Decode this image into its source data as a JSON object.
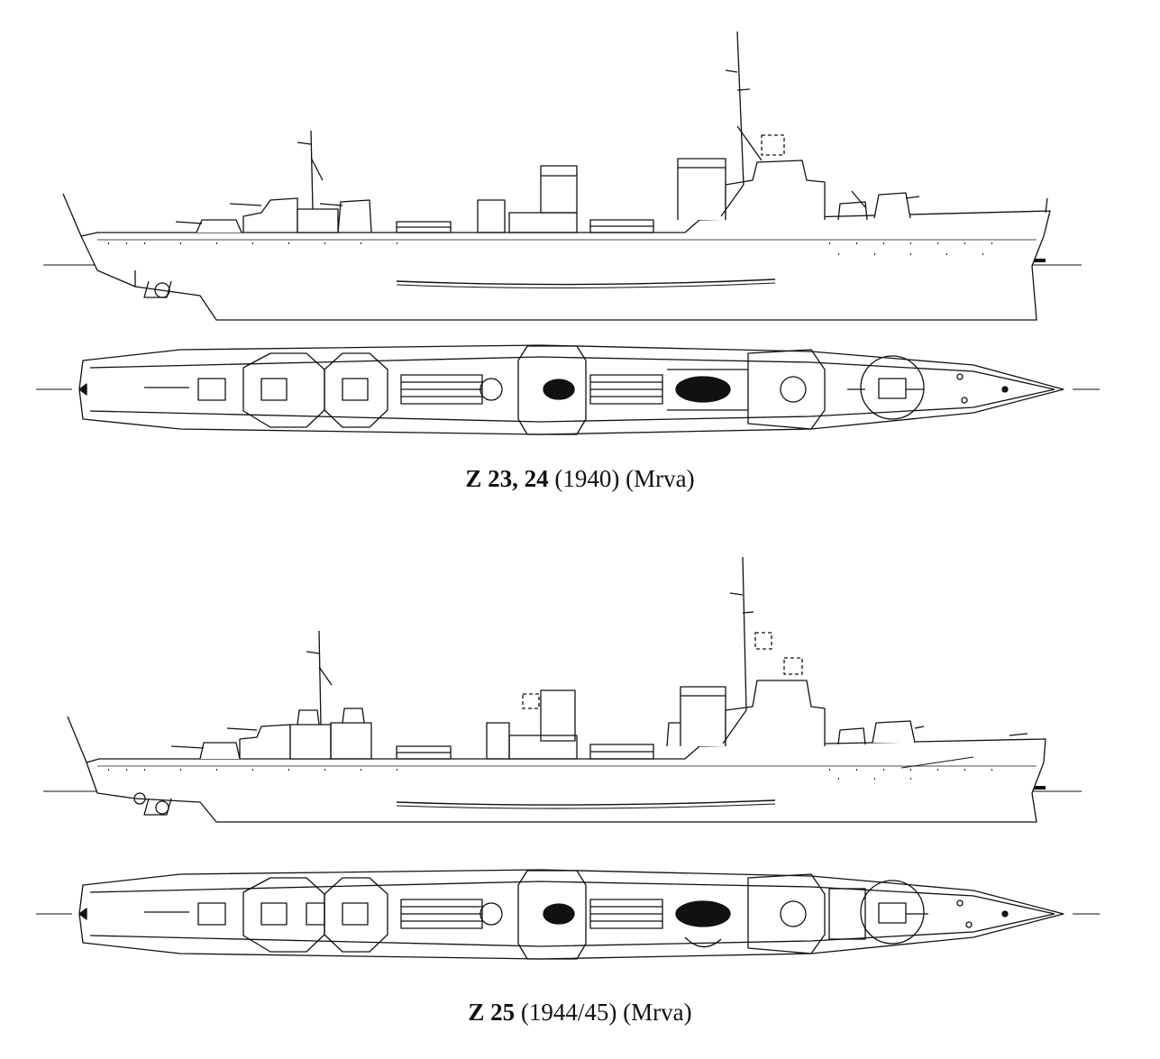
{
  "plates": [
    {
      "id": "z23",
      "caption_bold": "Z 23, 24",
      "caption_rest": " (1940) (Mrva)",
      "colors": {
        "ink": "#111111",
        "paper": "#ffffff"
      }
    },
    {
      "id": "z25",
      "caption_bold": "Z 25",
      "caption_rest": " (1944/45) (Mrva)",
      "colors": {
        "ink": "#111111",
        "paper": "#ffffff"
      }
    }
  ]
}
